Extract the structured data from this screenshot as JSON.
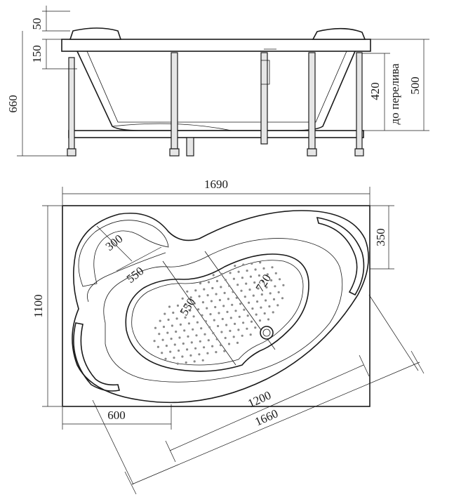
{
  "side_view": {
    "dim_top": "50",
    "dim_rim": "150",
    "dim_height_total": "660",
    "dim_overflow": "420",
    "dim_overflow_label": "до перелива",
    "dim_height_tub": "500"
  },
  "plan_view": {
    "dim_length": "1690",
    "dim_width": "1100",
    "dim_right_edge": "350",
    "dim_headrest_radius": "300",
    "dim_headrest_len": "550",
    "dim_basin_width": "550",
    "dim_basin_len": "720",
    "dim_inner_diag": "1200",
    "dim_outer_diag": "1660",
    "dim_left_edge": "600"
  },
  "colors": {
    "line": "#1a1a1a",
    "background": "#ffffff",
    "hydromassage": "#8a8a8a"
  }
}
